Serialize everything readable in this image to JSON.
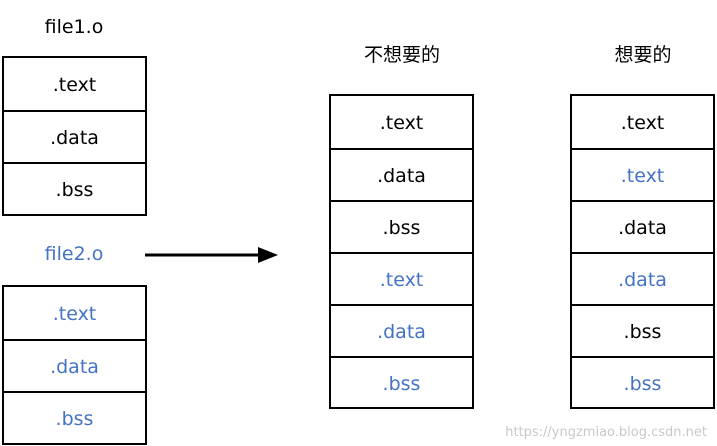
{
  "colors": {
    "blue": "#4472c4",
    "black": "#000000"
  },
  "file1": {
    "label": "file1.o",
    "sections": [
      ".text",
      ".data",
      ".bss"
    ]
  },
  "file2": {
    "label": "file2.o",
    "sections": [
      ".text",
      ".data",
      ".bss"
    ]
  },
  "unwanted": {
    "title": "不想要的",
    "sections": [
      {
        "text": ".text",
        "color": "black"
      },
      {
        "text": ".data",
        "color": "black"
      },
      {
        "text": ".bss",
        "color": "black"
      },
      {
        "text": ".text",
        "color": "blue"
      },
      {
        "text": ".data",
        "color": "blue"
      },
      {
        "text": ".bss",
        "color": "blue"
      }
    ]
  },
  "wanted": {
    "title": "想要的",
    "sections": [
      {
        "text": ".text",
        "color": "black"
      },
      {
        "text": ".text",
        "color": "blue"
      },
      {
        "text": ".data",
        "color": "black"
      },
      {
        "text": ".data",
        "color": "blue"
      },
      {
        "text": ".bss",
        "color": "black"
      },
      {
        "text": ".bss",
        "color": "blue"
      }
    ]
  },
  "watermark": "https://yngzmiao.blog.csdn.net"
}
